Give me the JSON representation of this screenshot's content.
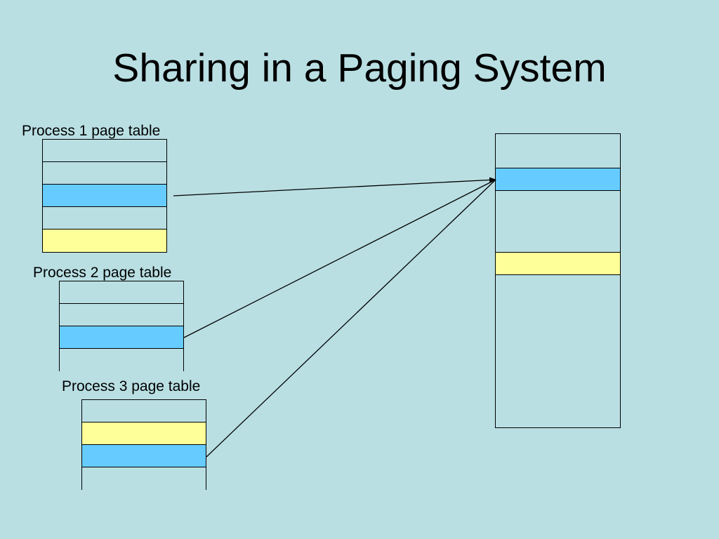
{
  "title": "Sharing in a Paging System",
  "colors": {
    "background": "#b9dfe3",
    "shared_blue": "#66ccff",
    "shared_yellow": "#ffff99",
    "empty": "#b9dfe3"
  },
  "page_tables": [
    {
      "label": "Process 1 page table",
      "rows": [
        "empty",
        "empty",
        "blue",
        "empty",
        "yellow"
      ]
    },
    {
      "label": "Process 2 page table",
      "rows": [
        "empty",
        "empty",
        "blue",
        "empty"
      ]
    },
    {
      "label": "Process 3 page table",
      "rows": [
        "empty",
        "yellow",
        "blue",
        "empty"
      ]
    }
  ],
  "physical_memory": {
    "frames": [
      "empty",
      "blue",
      "empty",
      "yellow",
      "empty"
    ]
  },
  "arrows": [
    {
      "from": "process-1-blue-entry",
      "to": "shared-blue-frame"
    },
    {
      "from": "process-2-blue-entry",
      "to": "shared-blue-frame"
    },
    {
      "from": "process-3-blue-entry",
      "to": "shared-blue-frame"
    }
  ]
}
